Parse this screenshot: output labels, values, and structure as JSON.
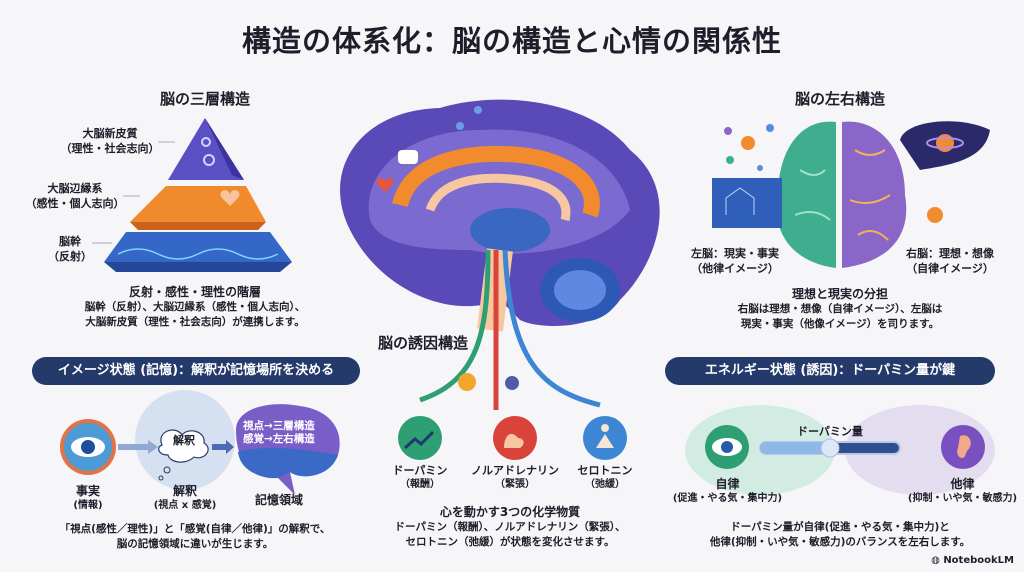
{
  "title": "構造の体系化：脳の構造と心情の関係性",
  "three_layer": {
    "heading": "脳の三層構造",
    "layers": [
      {
        "name": "大脳新皮質",
        "desc": "（理性・社会志向）"
      },
      {
        "name": "大脳辺縁系",
        "desc": "（感性・個人志向）"
      },
      {
        "name": "脳幹",
        "desc": "（反射）"
      }
    ],
    "caption_title": "反射・感性・理性の階層",
    "caption_lines": [
      "脳幹（反射）、大脳辺縁系（感性・個人志向）、",
      "大脳新皮質（理性・社会志向）が連携します。"
    ]
  },
  "left_right": {
    "heading": "脳の左右構造",
    "left": {
      "name": "左脳：現実・事実",
      "desc": "（他律イメージ）"
    },
    "right": {
      "name": "右脳：理想・想像",
      "desc": "（自律イメージ）"
    },
    "caption_title": "理想と現実の分担",
    "caption_lines": [
      "右脳は理想・想像（自律イメージ）、左脳は",
      "現実・事実（他像イメージ）を司ります。"
    ]
  },
  "image_state": {
    "pill": "イメージ状態 (記憶)：解釈が記憶場所を決める",
    "fact": {
      "name": "事実",
      "desc": "(情報)"
    },
    "cloud": "解釈",
    "interp": {
      "name": "解釈",
      "desc": "(視点 x 感覚)"
    },
    "brain_lines": [
      "視点→三層構造",
      "感覚→左右構造"
    ],
    "memory": "記憶領域",
    "caption_lines": [
      "「視点(感性／理性)」と「感覚(自律／他律)」の解釈で、",
      "脳の記憶領域に違いが生じます。"
    ]
  },
  "inducement": {
    "heading": "脳の誘因構造",
    "chemicals": [
      {
        "name": "ドーパミン",
        "desc": "（報酬）",
        "color": "#2e9e73"
      },
      {
        "name": "ノルアドレナリン",
        "desc": "（緊張）",
        "color": "#d9433a"
      },
      {
        "name": "セロトニン",
        "desc": "（弛緩）",
        "color": "#3c86d3"
      }
    ],
    "caption_title": "心を動かす3つの化学物質",
    "caption_lines": [
      "ドーパミン（報酬）、ノルアドレナリン（緊張）、",
      "セロトニン（弛緩）が状態を変化させます。"
    ]
  },
  "energy": {
    "pill": "エネルギー状態 (誘因)：ドーパミン量が鍵",
    "slider_label": "ドーパミン量",
    "slider_value": 0.5,
    "left": {
      "name": "自律",
      "desc": "(促進・やる気・集中力)"
    },
    "right": {
      "name": "他律",
      "desc": "(抑制・いや気・敏感力)"
    },
    "caption_lines": [
      "ドーパミン量が自律(促進・やる気・集中力)と",
      "他律(抑制・いや気・敏感力)のバランスを左右します。"
    ]
  },
  "brand": "NotebookLM"
}
